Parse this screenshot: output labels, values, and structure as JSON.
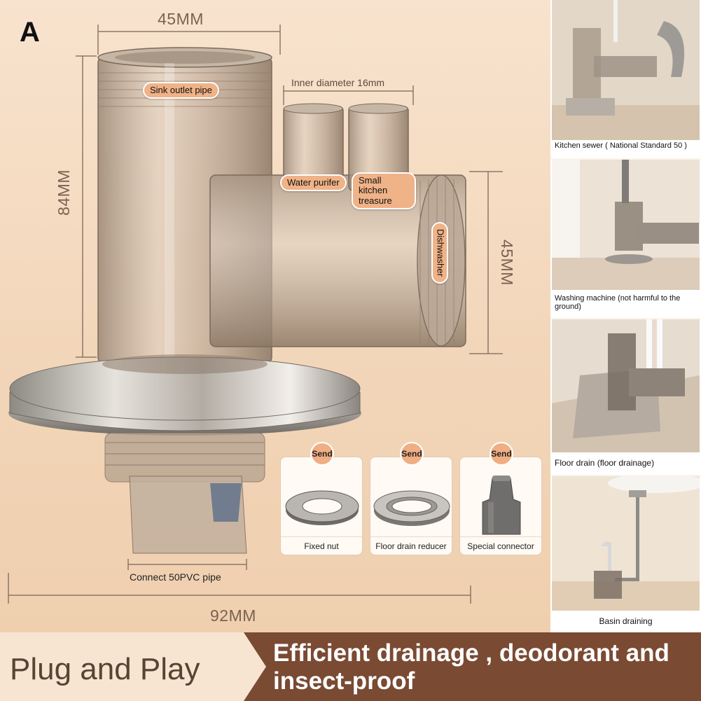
{
  "variant_label": "A",
  "dimensions": {
    "width_top": "45MM",
    "inner_diameter": "Inner diameter 16mm",
    "height": "84MM",
    "side_width": "45MM",
    "total_width": "92MM"
  },
  "ports": {
    "sink_outlet": "Sink outlet pipe",
    "water_purifier": "Water purifer",
    "small_kitchen": "Small kitchen treasure",
    "dishwasher": "Dishwasher",
    "pvc_connect": "Connect 50PVC pipe"
  },
  "accessories": [
    {
      "badge": "Send",
      "label": "Fixed nut"
    },
    {
      "badge": "Send",
      "label": "Floor drain reducer"
    },
    {
      "badge": "Send",
      "label": "Special connector"
    }
  ],
  "scenes": [
    {
      "caption": "Kitchen sewer ( National Standard 50 )"
    },
    {
      "caption": "Washing machine (not harmful to the ground)"
    },
    {
      "caption": "Floor drain (floor drainage)"
    },
    {
      "caption": "Basin draining"
    }
  ],
  "banner": {
    "left": "Plug and Play",
    "right": "Efficient drainage , deodorant and insect-proof"
  },
  "colors": {
    "pill_fill": "#f0b287",
    "banner_dark": "#7a4a33",
    "banner_light": "#f7e5d2",
    "background": "#f3d9bf"
  }
}
